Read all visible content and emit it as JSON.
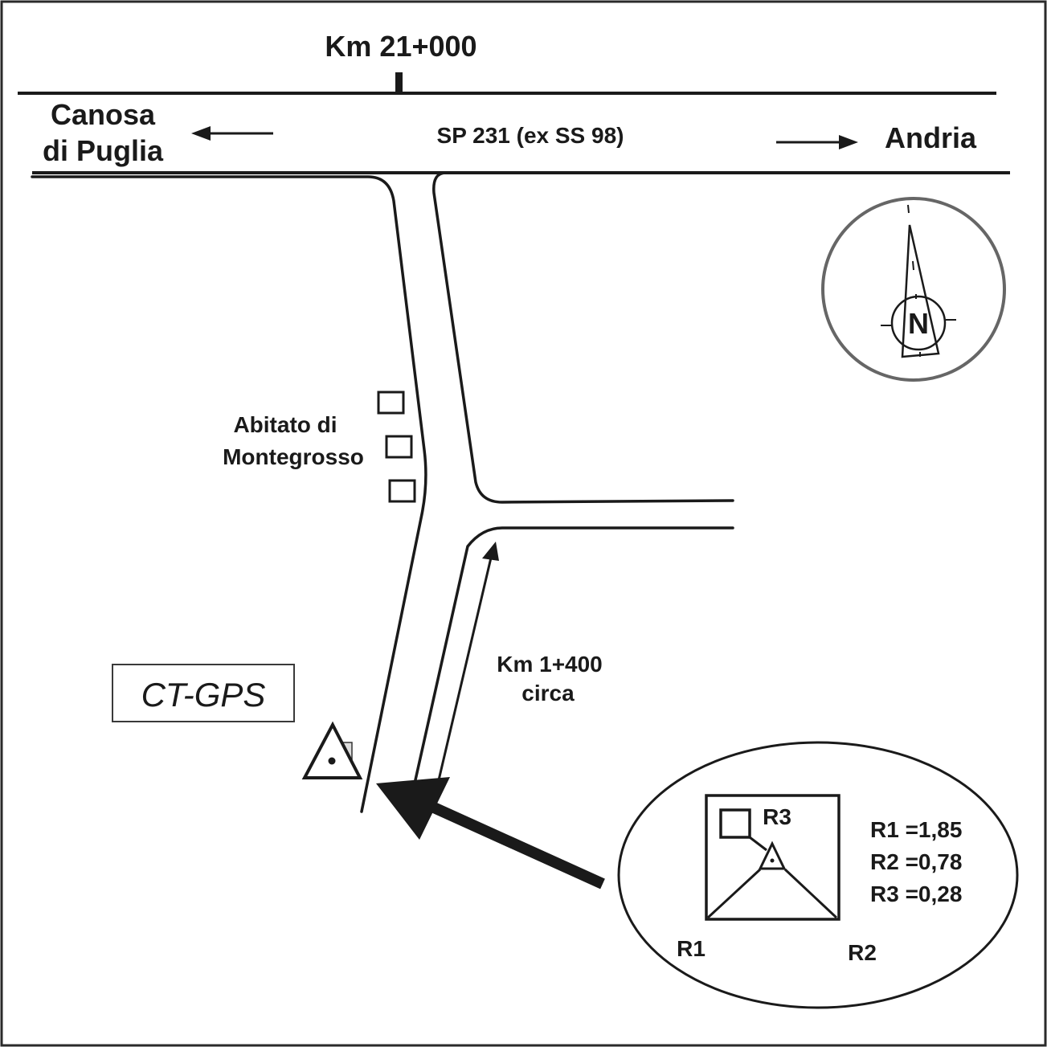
{
  "map": {
    "km_marker": "Km 21+000",
    "road_name": "SP 231 (ex SS 98)",
    "west_destination": [
      "Canosa",
      "di Puglia"
    ],
    "east_destination": "Andria",
    "settlement": [
      "Abitato di",
      "Montegrosso"
    ],
    "distance": [
      "Km 1+400",
      "circa"
    ],
    "station_label": "CT-GPS",
    "north_label": "N"
  },
  "detail": {
    "r3_label": "R3",
    "r1_label": "R1",
    "r2_label": "R2",
    "values": [
      "R1 =1,85",
      "R2 =0,78",
      "R3 =0,28"
    ]
  }
}
